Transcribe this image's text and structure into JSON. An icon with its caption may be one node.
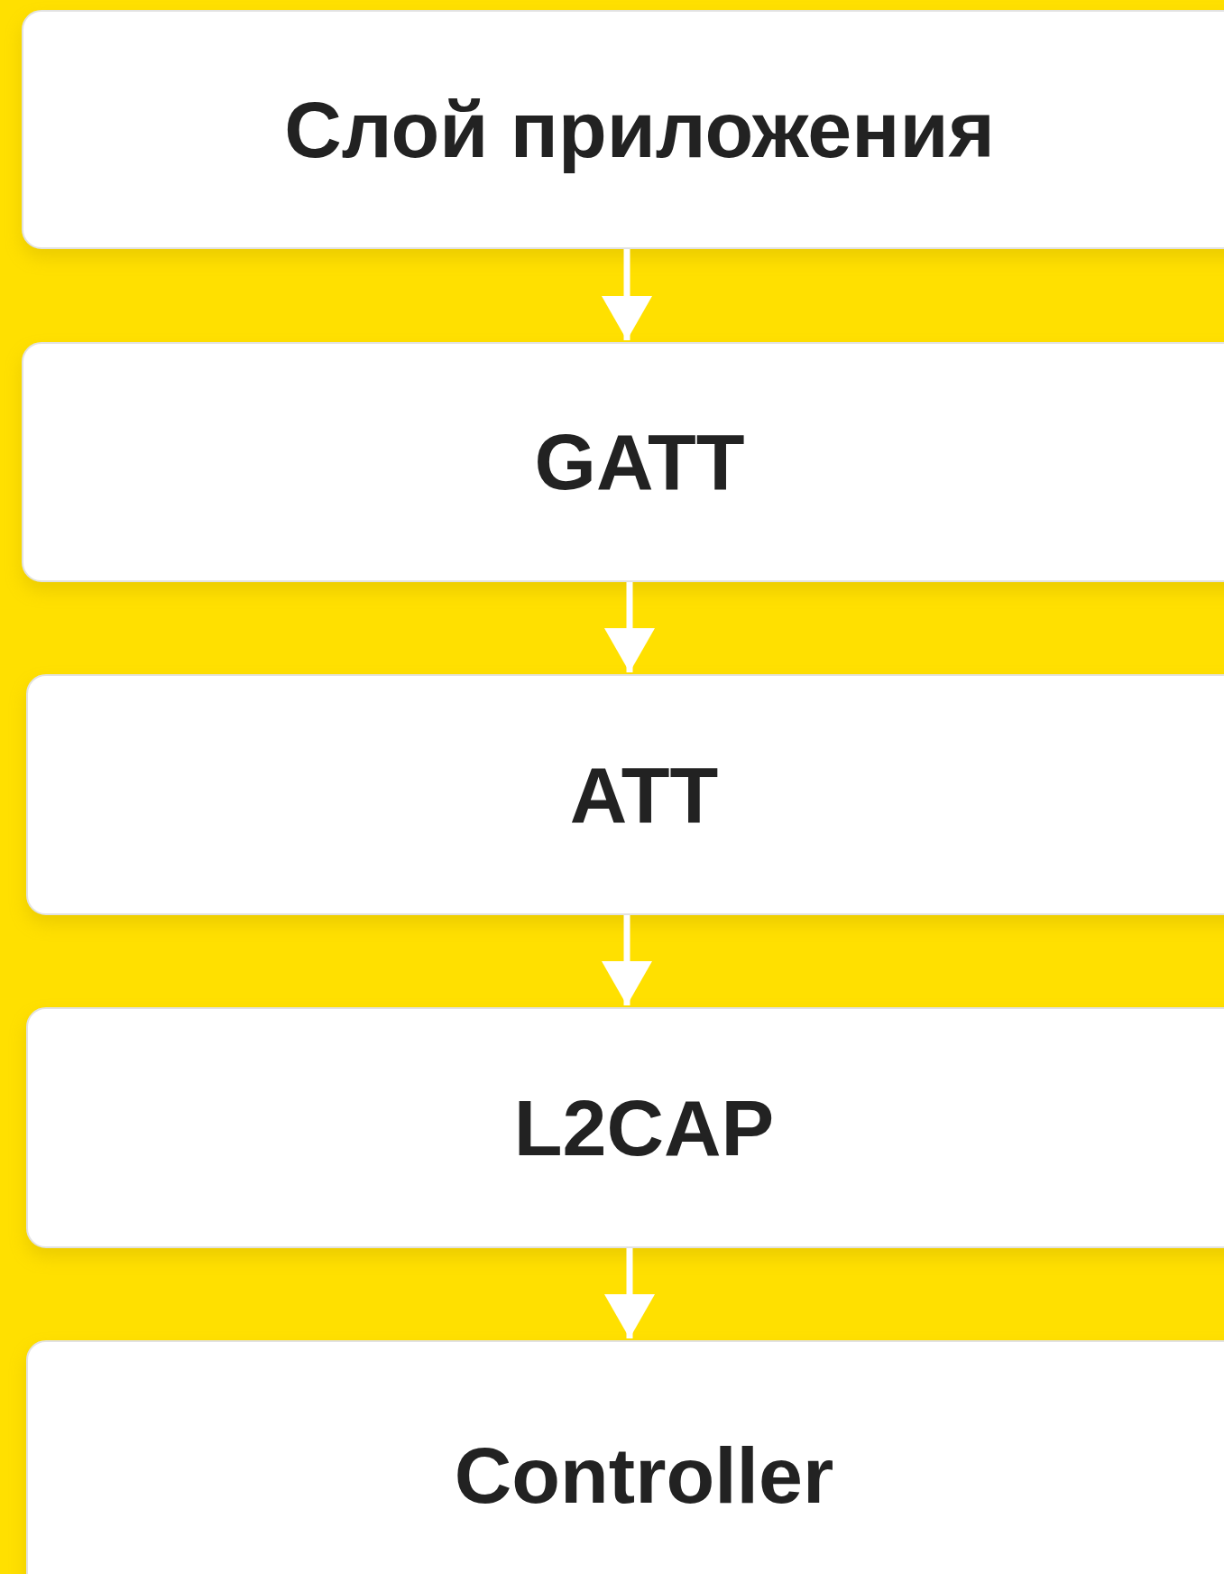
{
  "diagram": {
    "nodes": [
      {
        "text": [
          "Слой приложения"
        ]
      },
      {
        "text": [
          "GATT"
        ]
      },
      {
        "text": [
          "ATT"
        ]
      },
      {
        "text": [
          "L2CAP"
        ]
      },
      {
        "text": [
          "Controller"
        ]
      }
    ],
    "edges": [
      {
        "from": 0,
        "to": 1,
        "arrow": "to"
      },
      {
        "from": 1,
        "to": 2,
        "arrow": "to"
      },
      {
        "from": 2,
        "to": 3,
        "arrow": "to"
      },
      {
        "from": 3,
        "to": 4,
        "arrow": "to"
      }
    ]
  }
}
